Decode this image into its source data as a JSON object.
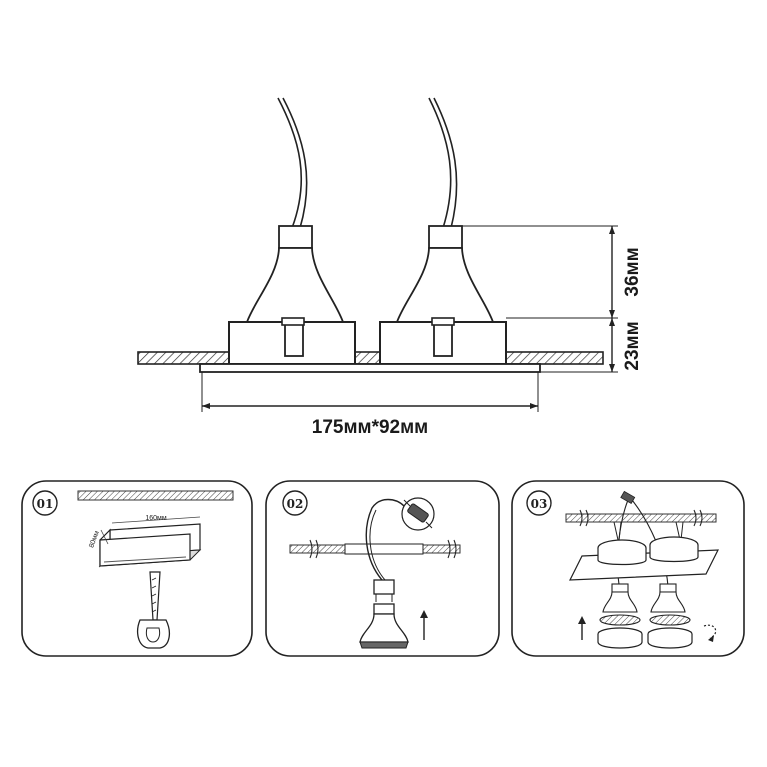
{
  "main_diagram": {
    "dim_height_top": "36мм",
    "dim_height_bottom": "23мм",
    "dim_width": "175мм*92мм"
  },
  "steps": [
    {
      "number": "01",
      "cutout_width": "160мм",
      "cutout_depth": "80мм"
    },
    {
      "number": "02"
    },
    {
      "number": "03"
    }
  ]
}
